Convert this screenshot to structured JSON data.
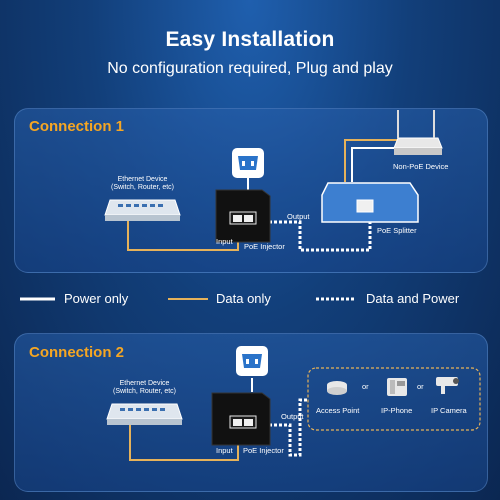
{
  "header": {
    "title": "Easy Installation",
    "subtitle": "No configuration required, Plug and play"
  },
  "connection1": {
    "title": "Connection 1",
    "ethernet_device_line1": "Ethernet Device",
    "ethernet_device_line2": "(Switch, Router, etc)",
    "input_label": "Input",
    "output_label": "Output",
    "injector_label": "PoE Injector",
    "splitter_label": "PoE Splitter",
    "non_poe_label": "Non-PoE Device"
  },
  "legend": {
    "power_only": "Power only",
    "data_only": "Data only",
    "data_and_power": "Data and Power"
  },
  "connection2": {
    "title": "Connection 2",
    "ethernet_device_line1": "Ethernet Device",
    "ethernet_device_line2": "(Switch, Router, etc)",
    "input_label": "Input",
    "output_label": "Output",
    "injector_label": "PoE Injector",
    "or1": "or",
    "or2": "or",
    "access_point_label": "Access Point",
    "ip_phone_label": "IP-Phone",
    "ip_camera_label": "IP Camera"
  },
  "colors": {
    "accent": "#f5a623",
    "panel": "#245a9e",
    "power_line": "#ffffff",
    "data_line": "#e6b25a"
  }
}
